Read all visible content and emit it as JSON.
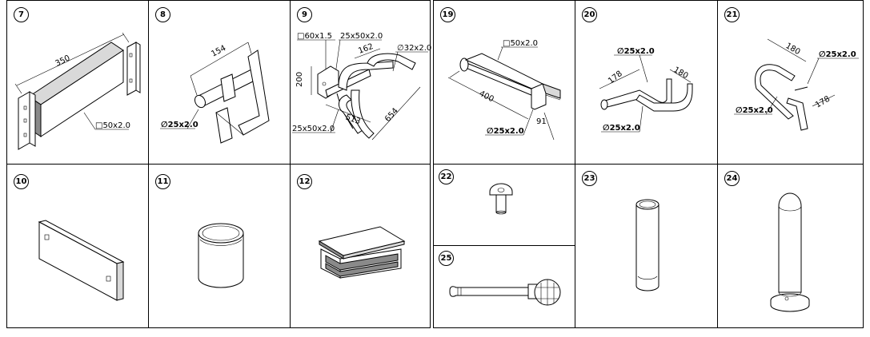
{
  "parts": [
    {
      "id": "p7",
      "number": "7",
      "labels": {
        "length": "350",
        "section": "□50x2.0"
      }
    },
    {
      "id": "p8",
      "number": "8",
      "labels": {
        "length": "154",
        "tube": "∅25x2.0"
      }
    },
    {
      "id": "p9",
      "number": "9",
      "labels": {
        "plate": "□60x1.5",
        "tube_top": "25x50x2.0",
        "side": "162",
        "bar": "∅32x2.0",
        "height": "200",
        "length_a": "513",
        "length_b": "654",
        "tube_bottom": "25x50x2.0"
      }
    },
    {
      "id": "p19",
      "number": "19",
      "labels": {
        "section": "□50x2.0",
        "length": "400",
        "tube": "∅25x2.0",
        "offset": "91"
      }
    },
    {
      "id": "p20",
      "number": "20",
      "labels": {
        "tube_top": "∅25x2.0",
        "dim_left": "178",
        "dim_right": "180",
        "tube_bottom": "∅25x2.0"
      }
    },
    {
      "id": "p21",
      "number": "21",
      "labels": {
        "dim_top": "180",
        "tube_top": "∅25x2.0",
        "tube_left": "∅25x2.0",
        "dim_right": "178"
      }
    },
    {
      "id": "p10",
      "number": "10",
      "labels": {}
    },
    {
      "id": "p11",
      "number": "11",
      "labels": {}
    },
    {
      "id": "p12",
      "number": "12",
      "labels": {}
    },
    {
      "id": "p22",
      "number": "22",
      "labels": {}
    },
    {
      "id": "p23",
      "number": "23",
      "labels": {}
    },
    {
      "id": "p24",
      "number": "24",
      "labels": {}
    },
    {
      "id": "p25",
      "number": "25",
      "labels": {}
    }
  ]
}
